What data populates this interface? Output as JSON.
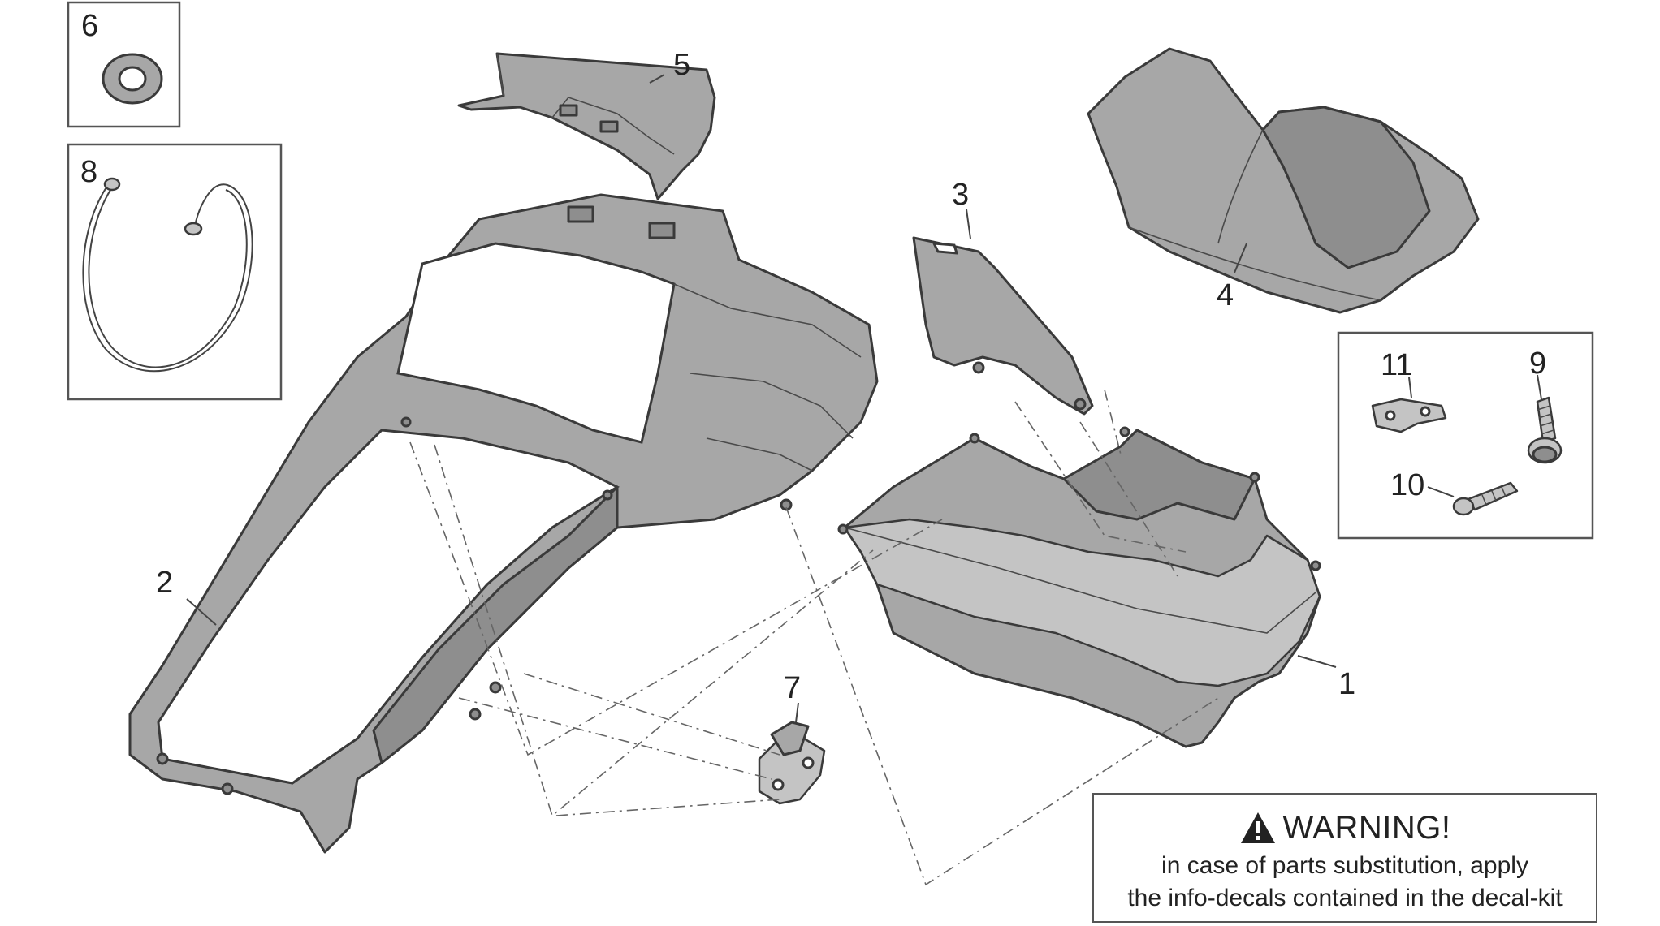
{
  "callouts": {
    "c1": "1",
    "c2": "2",
    "c3": "3",
    "c4": "4",
    "c5": "5",
    "c6": "6",
    "c7": "7",
    "c8": "8",
    "c9": "9",
    "c10": "10",
    "c11": "11"
  },
  "warning": {
    "title": "WARNING!",
    "line1": "in case of parts substitution, apply",
    "line2": "the info-decals contained in the decal-kit"
  }
}
